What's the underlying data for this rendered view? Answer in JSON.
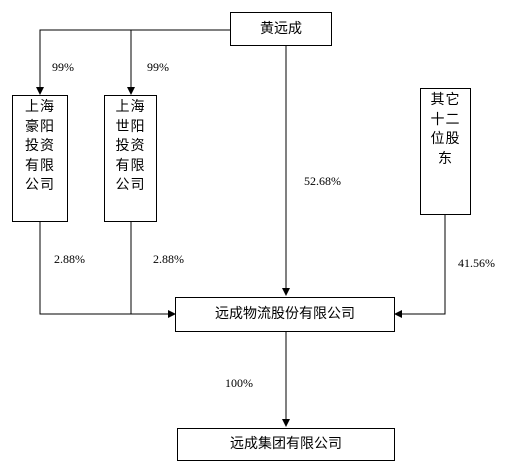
{
  "nodes": {
    "huang_yuancheng": "黄远成",
    "shanghai_haoyang": "上海豪阳投资有限公司",
    "shanghai_shiyang": "上海世阳投资有限公司",
    "other_twelve_shareholders": "其它十二位股东",
    "yuancheng_logistics": "远成物流股份有限公司",
    "yuancheng_group": "远成集团有限公司"
  },
  "edges": {
    "huang_to_haoyang": "99%",
    "huang_to_shiyang": "99%",
    "huang_to_logistics": "52.68%",
    "haoyang_to_logistics": "2.88%",
    "shiyang_to_logistics": "2.88%",
    "others_to_logistics": "41.56%",
    "logistics_to_group": "100%"
  }
}
